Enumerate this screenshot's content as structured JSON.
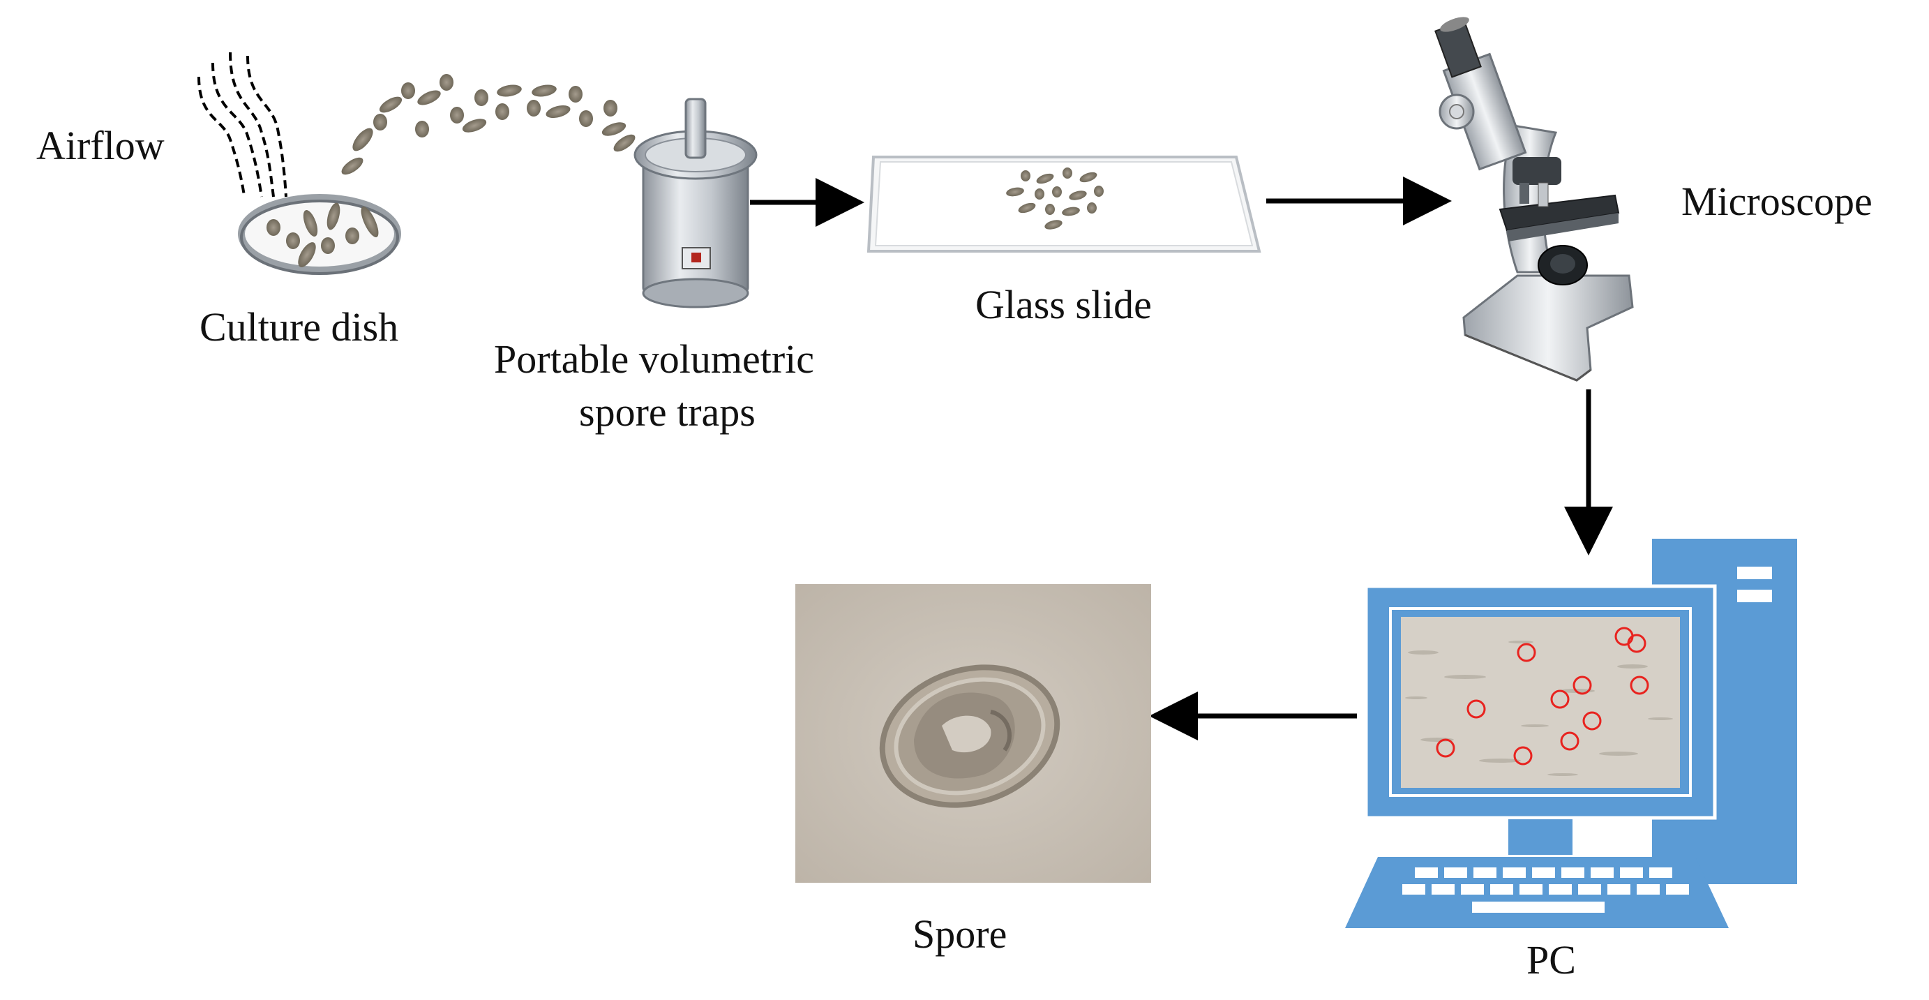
{
  "labels": {
    "airflow": "Airflow",
    "culture_dish": "Culture dish",
    "trap_line1": "Portable volumetric",
    "trap_line2": "spore traps",
    "glass_slide": "Glass slide",
    "microscope": "Microscope",
    "pc": "PC",
    "spore": "Spore"
  },
  "colors": {
    "arrow": "#000000",
    "pc_blue": "#5b9bd5",
    "pc_blue_light": "#9dc3e6",
    "detection_circle": "#e8231f",
    "micrograph_bg": "#d6d0c7",
    "spore_photo_bg": "#c9c1b7",
    "metal": "#b8bcc2",
    "spore_particle": "#8a8275"
  },
  "icons": [
    "culture-dish-icon",
    "spore-trap-icon",
    "glass-slide-icon",
    "microscope-icon",
    "pc-icon",
    "spore-photo"
  ]
}
